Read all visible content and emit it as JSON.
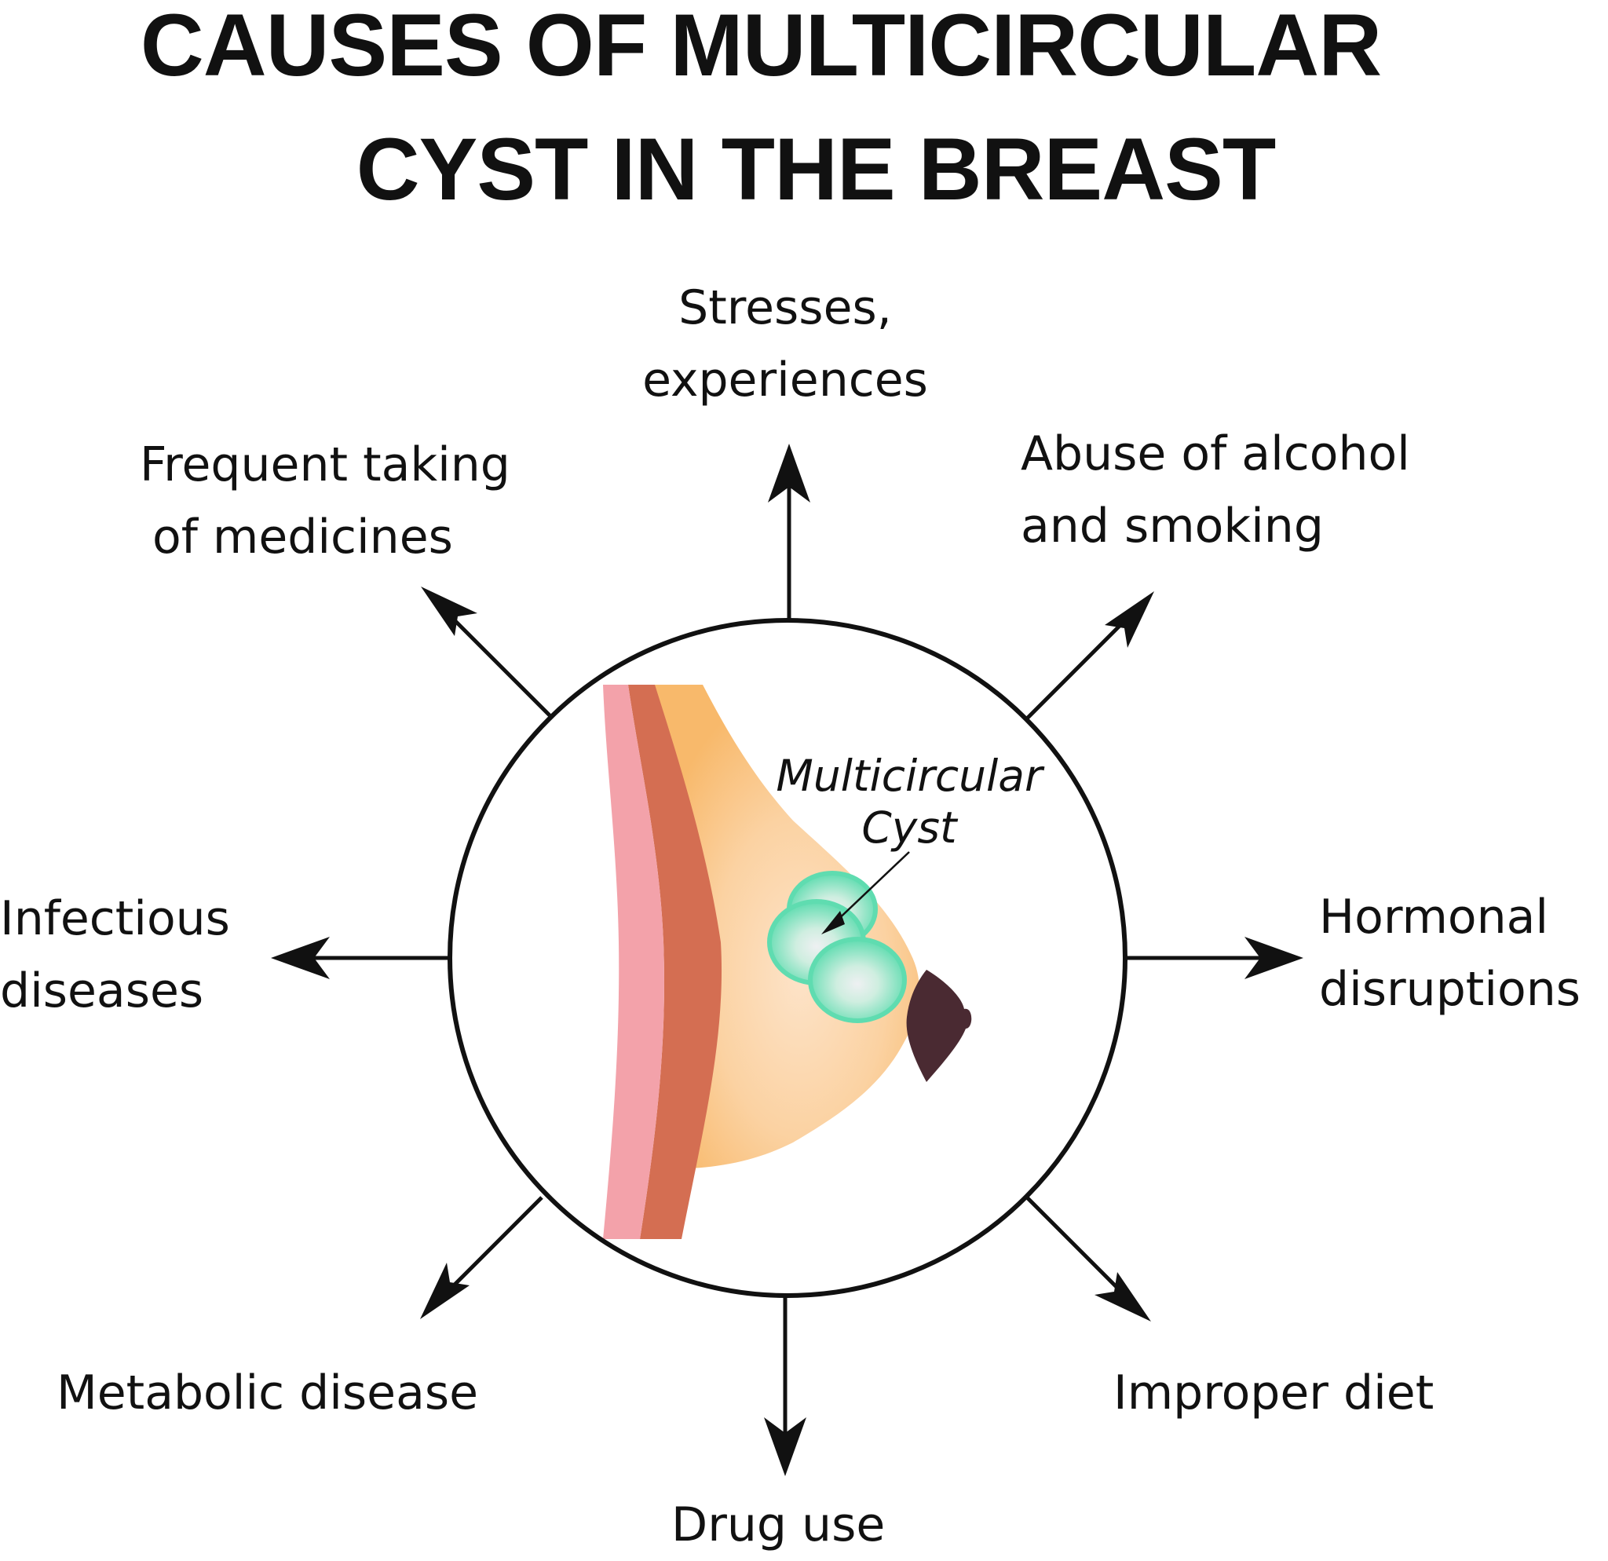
{
  "title": {
    "line1": "CAUSES OF MULTICIRCULAR",
    "line2": "CYST IN THE BREAST"
  },
  "center_label": {
    "line1": "Multicircular",
    "line2": "Cyst"
  },
  "causes": {
    "top": {
      "line1": "Stresses,",
      "line2": "experiences"
    },
    "top_right": {
      "line1": "Abuse of alcohol",
      "line2": "and smoking"
    },
    "right": {
      "line1": "Hormonal",
      "line2": "disruptions"
    },
    "bottom_right": {
      "line1": "Improper diet"
    },
    "bottom": {
      "line1": "Drug use"
    },
    "bottom_left": {
      "line1": "Metabolic disease"
    },
    "left": {
      "line1": "Infectious",
      "line2": "diseases"
    },
    "top_left": {
      "line1": "Frequent taking",
      "line2": "of medicines"
    }
  },
  "colors": {
    "outline": "#111111",
    "skin": "#f3a2aa",
    "muscle": "#d46e52",
    "tissue": "#f9c27d",
    "tissue_light": "#fbd9b3",
    "cyst": "#5fdcb0",
    "cyst_core": "#e6ecee",
    "nipple": "#4a2a32"
  }
}
